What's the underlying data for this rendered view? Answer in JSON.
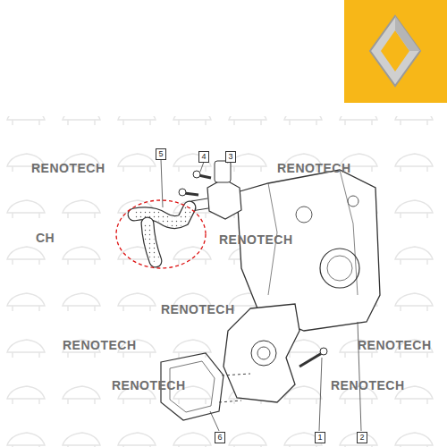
{
  "diagram": {
    "labels": [
      "5",
      "4",
      "3",
      "6",
      "1",
      "2",
      "RENOTECH",
      "RENOTECH",
      "CH",
      "RENOTECH",
      "RENOTECH",
      "RENOTECH",
      "RENOTECH",
      "RENOTECH",
      "RENOTECH"
    ]
  }
}
